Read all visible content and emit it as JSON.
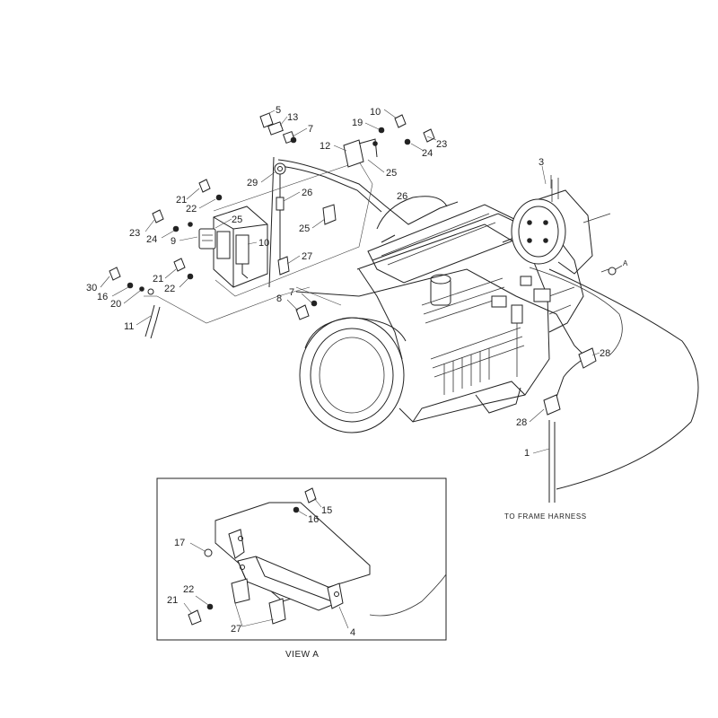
{
  "callouts": [
    {
      "id": "c5",
      "text": "5"
    },
    {
      "id": "c13",
      "text": "13"
    },
    {
      "id": "c7a",
      "text": "7"
    },
    {
      "id": "c10a",
      "text": "10"
    },
    {
      "id": "c19",
      "text": "19"
    },
    {
      "id": "c12",
      "text": "12"
    },
    {
      "id": "c23a",
      "text": "23"
    },
    {
      "id": "c24a",
      "text": "24"
    },
    {
      "id": "c25a",
      "text": "25"
    },
    {
      "id": "c29",
      "text": "29"
    },
    {
      "id": "c21a",
      "text": "21"
    },
    {
      "id": "c22a",
      "text": "22"
    },
    {
      "id": "c26a",
      "text": "26"
    },
    {
      "id": "c25b",
      "text": "25"
    },
    {
      "id": "c26b",
      "text": "26"
    },
    {
      "id": "c25c",
      "text": "25"
    },
    {
      "id": "c23b",
      "text": "23"
    },
    {
      "id": "c24b",
      "text": "24"
    },
    {
      "id": "c9",
      "text": "9"
    },
    {
      "id": "c10b",
      "text": "10"
    },
    {
      "id": "c27a",
      "text": "27"
    },
    {
      "id": "c21b",
      "text": "21"
    },
    {
      "id": "c22b",
      "text": "22"
    },
    {
      "id": "c30",
      "text": "30"
    },
    {
      "id": "c16a",
      "text": "16"
    },
    {
      "id": "c20",
      "text": "20"
    },
    {
      "id": "c11",
      "text": "11"
    },
    {
      "id": "c8",
      "text": "8"
    },
    {
      "id": "c7b",
      "text": "7"
    },
    {
      "id": "c3",
      "text": "3"
    },
    {
      "id": "c28a",
      "text": "28"
    },
    {
      "id": "c28b",
      "text": "28"
    },
    {
      "id": "c1",
      "text": "1"
    },
    {
      "id": "c17",
      "text": "17"
    },
    {
      "id": "c16b",
      "text": "16"
    },
    {
      "id": "c15",
      "text": "15"
    },
    {
      "id": "c22c",
      "text": "22"
    },
    {
      "id": "c21c",
      "text": "21"
    },
    {
      "id": "c27b",
      "text": "27"
    },
    {
      "id": "c4",
      "text": "4"
    }
  ],
  "annotations": {
    "to_frame_harness": "TO FRAME HARNESS",
    "view_a": "VIEW A",
    "view_marker": "A"
  }
}
